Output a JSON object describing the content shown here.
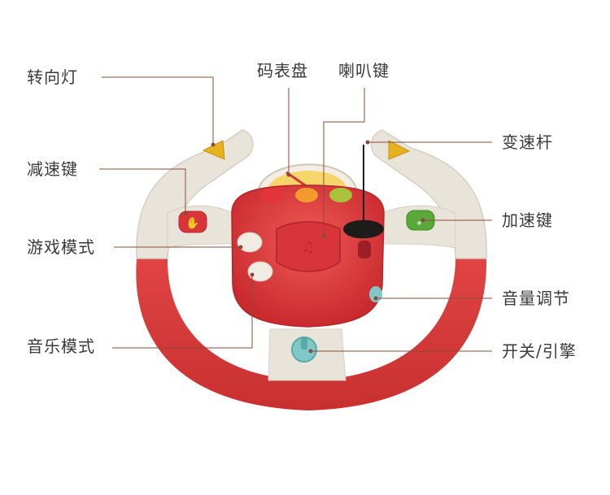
{
  "labels": {
    "turn_signal": "转向灯",
    "speedometer": "码表盘",
    "horn": "喇叭键",
    "gear_lever": "变速杆",
    "brake": "减速键",
    "accelerator": "加速键",
    "game_mode": "游戏模式",
    "volume": "音量调节",
    "music_mode": "音乐模式",
    "ignition": "开关/引擎"
  },
  "colors": {
    "wheel_red": "#d8393a",
    "grip_cream": "#e9e4da",
    "leader_line": "#8a4b3a",
    "text": "#3a3a3a"
  }
}
